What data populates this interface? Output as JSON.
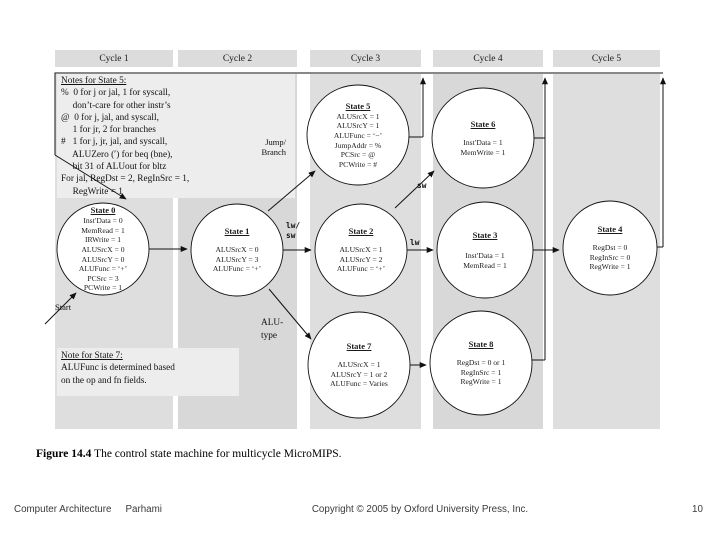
{
  "columns": [
    {
      "label": "Cycle 1"
    },
    {
      "label": "Cycle 2"
    },
    {
      "label": "Cycle 3"
    },
    {
      "label": "Cycle 4"
    },
    {
      "label": "Cycle 5"
    }
  ],
  "notes_state5": {
    "title": "Notes for State 5:",
    "lines": [
      "%  0 for j or jal, 1 for syscall,",
      "     don’t-care for other instr’s",
      "@  0 for j, jal, and syscall,",
      "     1 for jr, 2 for branches",
      "#   1 for j, jr, jal, and syscall,",
      "     ALUZero (′) for beq (bne),",
      "     bit 31 of ALUout for bltz",
      "For jal, RegDst = 2, RegInSrc = 1,",
      "     RegWrite = 1"
    ]
  },
  "note_state7": {
    "title": "Note for State 7:",
    "lines": [
      "ALUFunc is determined based",
      "on the op and fn fields."
    ]
  },
  "states": [
    {
      "title": "State 0",
      "lines": [
        "Inst′Data = 0",
        "MemRead = 1",
        "IRWrite = 1",
        "ALUSrcX = 0",
        "ALUSrcY = 0",
        "ALUFunc = ‘+’",
        "PCSrc = 3",
        "PCWrite = 1"
      ]
    },
    {
      "title": "State 1",
      "lines": [
        "ALUSrcX = 0",
        "ALUSrcY = 3",
        "ALUFunc = ‘+’"
      ]
    },
    {
      "title": "State 2",
      "lines": [
        "ALUSrcX = 1",
        "ALUSrcY = 2",
        "ALUFunc = ‘+’"
      ]
    },
    {
      "title": "State 3",
      "lines": [
        "Inst′Data = 1",
        "MemRead = 1"
      ]
    },
    {
      "title": "State 4",
      "lines": [
        "RegDst = 0",
        "RegInSrc = 0",
        "RegWrite = 1"
      ]
    },
    {
      "title": "State 5",
      "lines": [
        "ALUSrcX = 1",
        "ALUSrcY = 1",
        "ALUFunc = ‘−’",
        "JumpAddr = %",
        "PCSrc = @",
        "PCWrite = #"
      ]
    },
    {
      "title": "State 6",
      "lines": [
        "Inst′Data = 1",
        "MemWrite = 1"
      ]
    },
    {
      "title": "State 7",
      "lines": [
        "ALUSrcX = 1",
        "ALUSrcY = 1 or 2",
        "ALUFunc = Varies"
      ]
    },
    {
      "title": "State 8",
      "lines": [
        "RegDst = 0 or 1",
        "RegInSrc = 1",
        "RegWrite = 1"
      ]
    }
  ],
  "edge_labels": {
    "start": "Start",
    "jump": "Jump/",
    "branch": "Branch",
    "alu1": "ALU-",
    "alu2": "type",
    "lwsw1": "lw/",
    "lwsw2": "sw",
    "lw": "lw",
    "sw": "sw"
  },
  "caption": {
    "figure": "Figure 14.4",
    "text": "The control state machine for multicycle MicroMIPS."
  },
  "footer": {
    "book": "Computer Architecture",
    "author": "Parhami",
    "copyright": "Copyright © 2005 by Oxford University Press, Inc.",
    "page": "10"
  },
  "colors": {
    "column_band": "#dedede",
    "note_background": "#ededed",
    "line": "#111111"
  }
}
